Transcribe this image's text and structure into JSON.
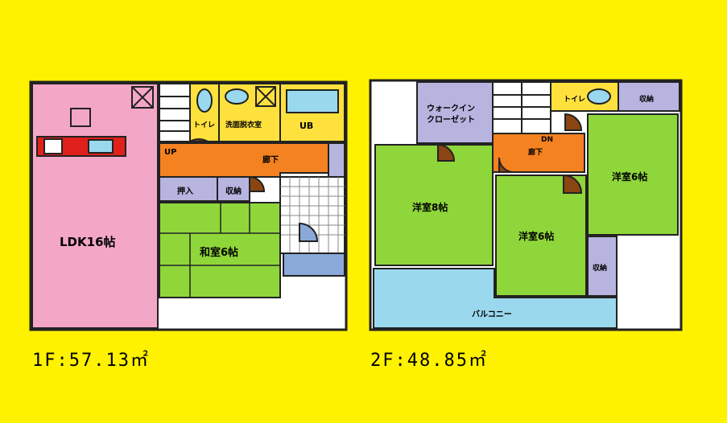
{
  "floor1": {
    "caption": "1F:57.13㎡",
    "rooms": {
      "ldk": "LDK16帖",
      "japanese": "和室6帖",
      "storage_oshiire": "押入",
      "storage": "収納",
      "toilet": "トイレ",
      "washroom": "洗面脱衣室",
      "bath": "UB",
      "hall": "廊下",
      "stairs_up": "UP"
    }
  },
  "floor2": {
    "caption": "2F:48.85㎡",
    "rooms": {
      "walkin_closet_1": "ウォークイン",
      "walkin_closet_2": "クローゼット",
      "western_8": "洋室8帖",
      "western_6a": "洋室6帖",
      "western_6b": "洋室6帖",
      "balcony": "バルコニー",
      "toilet": "トイレ",
      "storage_a": "収納",
      "storage_b": "収納",
      "hall": "廊下",
      "stairs_down": "DN"
    }
  },
  "colors": {
    "background": "#fff200",
    "ldk": "#f4a6c6",
    "tatami": "#8fd63a",
    "western": "#8fd63a",
    "hall": "#f58220",
    "storage": "#b8b4e0",
    "wet": "#ffe13d",
    "bath": "#9ad8ee",
    "balcony": "#9ad8ee",
    "entrance": "#8aa8d8"
  }
}
